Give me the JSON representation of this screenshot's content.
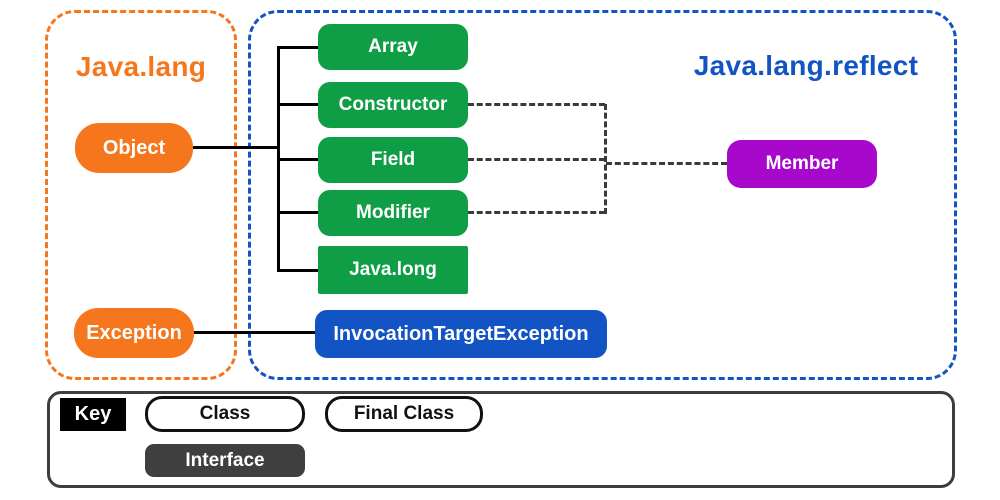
{
  "groups": {
    "java_lang": {
      "title": "Java.lang"
    },
    "java_lang_reflect": {
      "title": "Java.lang.reflect"
    }
  },
  "nodes": {
    "object": {
      "label": "Object"
    },
    "exception": {
      "label": "Exception"
    },
    "array": {
      "label": "Array"
    },
    "constructor": {
      "label": "Constructor"
    },
    "field": {
      "label": "Field"
    },
    "modifier": {
      "label": "Modifier"
    },
    "java_long": {
      "label": "Java.long"
    },
    "invocation_target_exception": {
      "label": "InvocationTargetException"
    },
    "member": {
      "label": "Member"
    }
  },
  "connections": [
    {
      "from": "object",
      "to": "array",
      "style": "solid"
    },
    {
      "from": "object",
      "to": "constructor",
      "style": "solid"
    },
    {
      "from": "object",
      "to": "field",
      "style": "solid"
    },
    {
      "from": "object",
      "to": "modifier",
      "style": "solid"
    },
    {
      "from": "object",
      "to": "java_long",
      "style": "solid"
    },
    {
      "from": "exception",
      "to": "invocation_target_exception",
      "style": "solid"
    },
    {
      "from": "constructor",
      "to": "member",
      "style": "dashed"
    },
    {
      "from": "field",
      "to": "member",
      "style": "dashed"
    },
    {
      "from": "modifier",
      "to": "member",
      "style": "dashed"
    }
  ],
  "key": {
    "label": "Key",
    "class_label": "Class",
    "final_class_label": "Final Class",
    "interface_label": "Interface"
  },
  "colors": {
    "orange": "#F6761D",
    "green": "#0F9D45",
    "blue": "#1254C4",
    "purple": "#A807CC",
    "connector_dash": "#3A3A3A",
    "solid_line": "#000000",
    "key_border": "#3D3D3D",
    "interface_fill": "#3F3F3F"
  }
}
